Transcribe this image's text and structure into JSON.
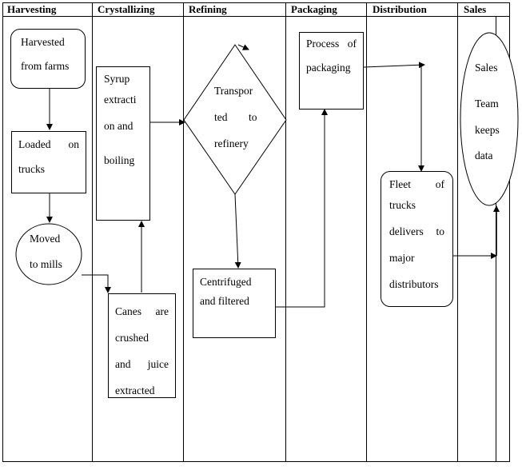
{
  "lanes": [
    "Harvesting",
    "Crystallizing",
    "Refining",
    "Packaging",
    "Distribution",
    "Sales"
  ],
  "nodes": {
    "harvested": [
      "Harvested",
      "from   farms"
    ],
    "loaded": [
      "Loaded",
      "on",
      "trucks"
    ],
    "moved": [
      "Moved",
      "to mills"
    ],
    "syrup": [
      "Syrup",
      "extracti",
      "on and",
      "boiling"
    ],
    "canes": [
      "Canes",
      "are",
      "crushed",
      "and",
      "juice",
      "extracted"
    ],
    "transported": [
      "Transpor",
      "ted",
      "to",
      "refinery"
    ],
    "centrifuged": [
      "Centrifuged",
      "and filtered"
    ],
    "packaging": [
      "Process",
      "of",
      "packaging"
    ],
    "fleet": [
      "Fleet",
      "of",
      "trucks",
      "delivers",
      "to",
      "major",
      "distributors"
    ],
    "sales": [
      "Sales",
      "Team",
      "keeps",
      "data"
    ]
  }
}
